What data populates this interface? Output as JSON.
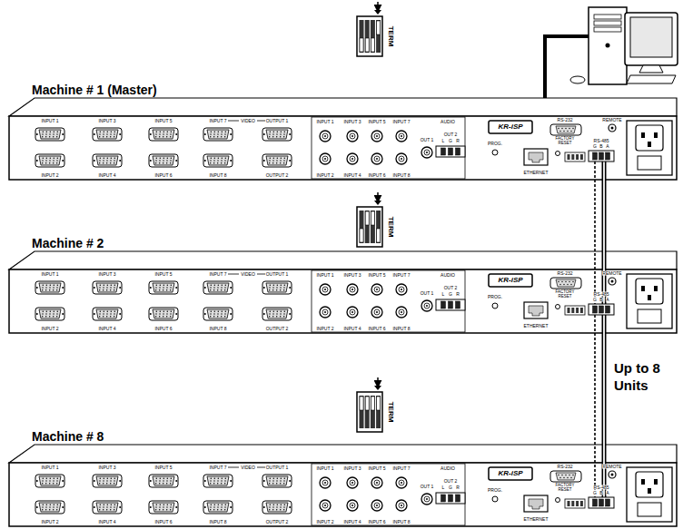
{
  "diagram": {
    "nodes": [
      {
        "text": [
          "Machine # 1 (Master)"
        ]
      },
      {
        "text": [
          "Machine # 2"
        ]
      },
      {
        "text": [
          "Machine # 8"
        ]
      }
    ],
    "edges": [
      {
        "from": 0,
        "to": 1,
        "arrow": "none"
      },
      {
        "from": 1,
        "to": 2,
        "arrow": "none"
      }
    ],
    "labels": [
      "TERM",
      "INPUT 1",
      "INPUT 3",
      "INPUT 5",
      "INPUT 7",
      "VIDEO",
      "OUTPUT 1",
      "INPUT 2",
      "INPUT 4",
      "INPUT 6",
      "INPUT 8",
      "OUTPUT 2",
      "INPUT 1",
      "INPUT 3",
      "INPUT 5",
      "INPUT 7",
      "AUDIO",
      "OUT 1",
      "OUT 2",
      "L",
      "G",
      "R",
      "INPUT 2",
      "INPUT 4",
      "INPUT 6",
      "INPUT 8",
      "KR-iSP",
      "PROG.",
      "ETHERNET",
      "FACTORY RESET",
      "RS-232",
      "REMOTE",
      "RS-485",
      "G",
      "B",
      "A",
      "TERM",
      "INPUT 1",
      "INPUT 3",
      "INPUT 5",
      "INPUT 7",
      "VIDEO",
      "OUTPUT 1",
      "INPUT 2",
      "INPUT 4",
      "INPUT 6",
      "INPUT 8",
      "OUTPUT 2",
      "INPUT 1",
      "INPUT 3",
      "INPUT 5",
      "INPUT 7",
      "AUDIO",
      "OUT 1",
      "OUT 2",
      "L",
      "G",
      "R",
      "INPUT 2",
      "INPUT 4",
      "INPUT 6",
      "INPUT 8",
      "KR-iSP",
      "PROG.",
      "ETHERNET",
      "FACTORY RESET",
      "RS-232",
      "REMOTE",
      "RS-485",
      "G",
      "B",
      "A",
      "TERM",
      "INPUT 1",
      "INPUT 3",
      "INPUT 5",
      "INPUT 7",
      "VIDEO",
      "OUTPUT 1",
      "INPUT 2",
      "INPUT 4",
      "INPUT 6",
      "INPUT 8",
      "OUTPUT 2",
      "INPUT 1",
      "INPUT 3",
      "INPUT 5",
      "INPUT 7",
      "AUDIO",
      "OUT 1",
      "OUT 2",
      "L",
      "G",
      "R",
      "INPUT 2",
      "INPUT 4",
      "INPUT 6",
      "INPUT 8",
      "KR-iSP",
      "PROG.",
      "ETHERNET",
      "FACTORY RESET",
      "RS-232",
      "REMOTE",
      "RS-485",
      "G",
      "B",
      "A",
      "Up to 8 Units"
    ]
  }
}
